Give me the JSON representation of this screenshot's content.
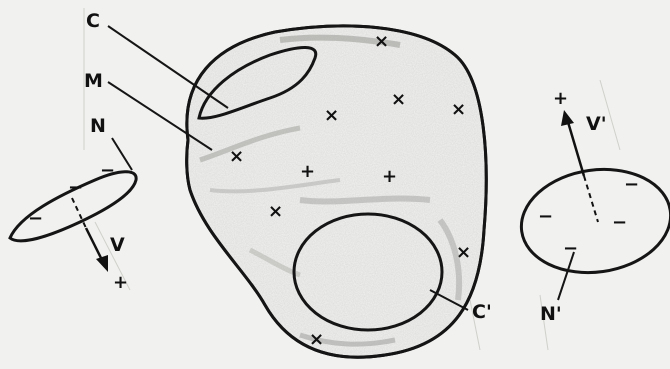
{
  "labels": {
    "c": "C",
    "m": "M",
    "n": "N",
    "v": "V",
    "c_prime": "C'",
    "n_prime": "N'",
    "v_prime": "V'"
  },
  "signs": {
    "plus": "+",
    "minus": "−",
    "cross": "×"
  }
}
